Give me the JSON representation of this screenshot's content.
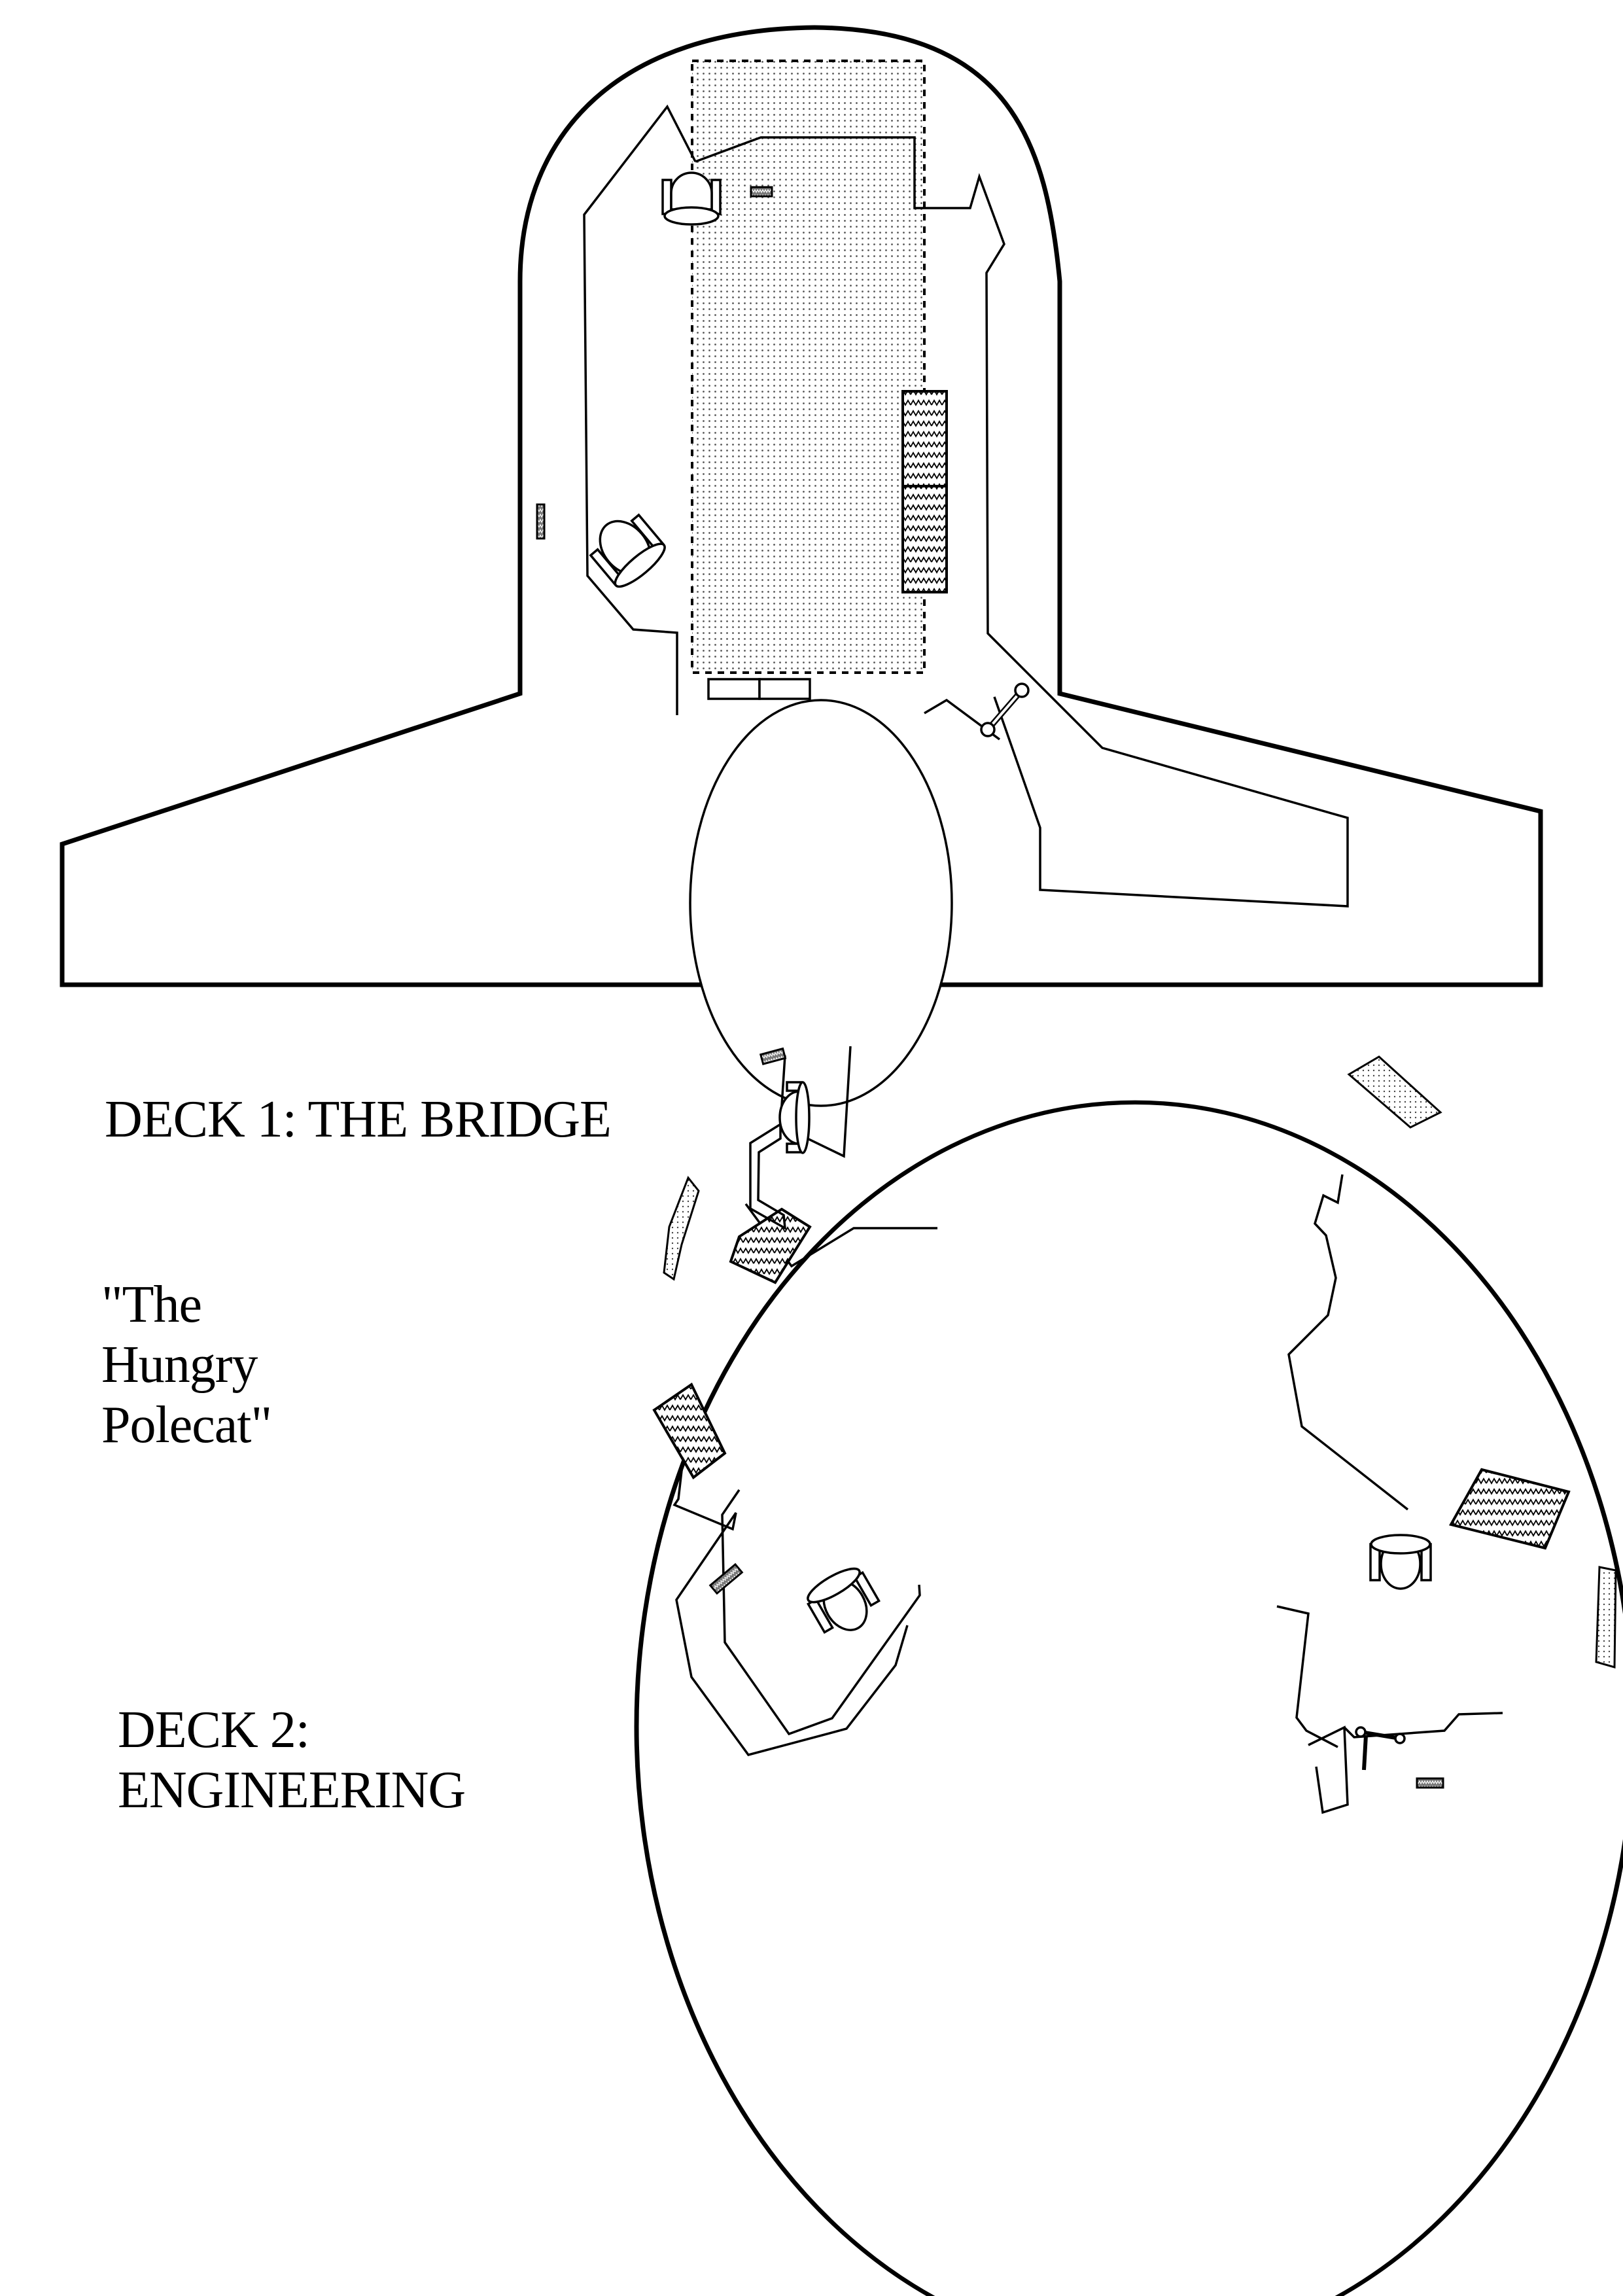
{
  "document": {
    "ship_name_lines": [
      "\"The",
      "Hungry",
      "Polecat\""
    ],
    "decks": [
      {
        "label": "DECK 1: THE BRIDGE",
        "features": [
          "captain-chair",
          "pilot-chair",
          "central-dotted-walkway",
          "double-console",
          "lift-shaft",
          "lift-doors",
          "ladder",
          "wall-panel"
        ]
      },
      {
        "label_lines": [
          "DECK 2:",
          "ENGINEERING"
        ],
        "features": [
          "lift-shaft",
          "lift-doors",
          "engineering-consoles",
          "chairs",
          "ladder",
          "hull-windows",
          "wall-panels"
        ]
      }
    ]
  },
  "legend_colors": {
    "line": "#000000",
    "background": "#ffffff"
  }
}
